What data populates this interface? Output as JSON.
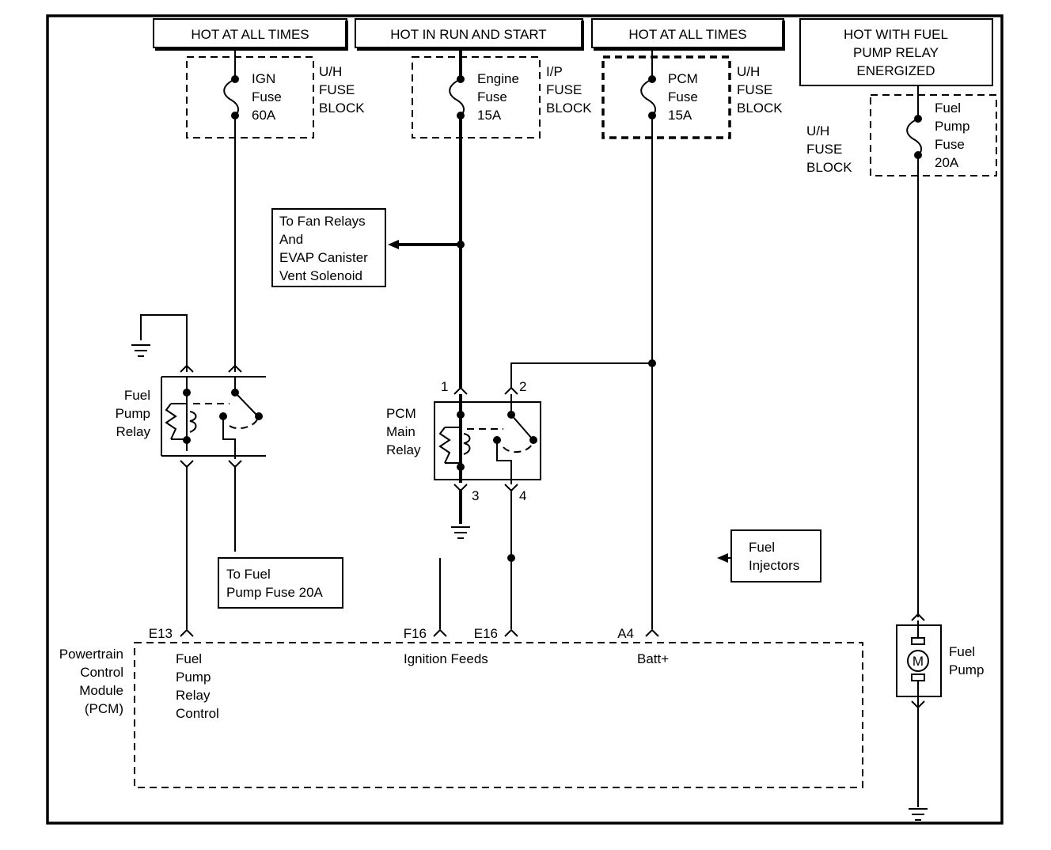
{
  "headers": {
    "ign": "HOT AT ALL TIMES",
    "run_start": "HOT IN RUN AND START",
    "pcm": "HOT AT ALL TIMES",
    "fuel_pump": [
      "HOT WITH FUEL",
      "PUMP RELAY",
      "ENERGIZED"
    ]
  },
  "fuses": {
    "ign": {
      "lines": [
        "IGN",
        "Fuse",
        "60A"
      ],
      "block": [
        "U/H",
        "FUSE",
        "BLOCK"
      ]
    },
    "engine": {
      "lines": [
        "Engine",
        "Fuse",
        "15A"
      ],
      "block": [
        "I/P",
        "FUSE",
        "BLOCK"
      ]
    },
    "pcm": {
      "lines": [
        "PCM",
        "Fuse",
        "15A"
      ],
      "block": [
        "U/H",
        "FUSE",
        "BLOCK"
      ]
    },
    "fuel_pump": {
      "lines": [
        "Fuel",
        "Pump",
        "Fuse",
        "20A"
      ],
      "block": [
        "U/H",
        "FUSE",
        "BLOCK"
      ]
    }
  },
  "fan_relays": [
    "To Fan Relays",
    "And",
    "EVAP Canister",
    "Vent Solenoid"
  ],
  "fuel_pump_relay": [
    "Fuel",
    "Pump",
    "Relay"
  ],
  "pcm_main_relay": {
    "label": [
      "PCM",
      "Main",
      "Relay"
    ],
    "pins": [
      "1",
      "2",
      "3",
      "4"
    ]
  },
  "to_fuel_pump_fuse": [
    "To Fuel",
    "Pump Fuse 20A"
  ],
  "fuel_injectors": [
    "Fuel",
    "Injectors"
  ],
  "pcm": {
    "label": [
      "Powertrain",
      "Control",
      "Module",
      "(PCM)"
    ],
    "pins": [
      "E13",
      "F16",
      "E16",
      "A4"
    ],
    "fuel_pump_relay_control": [
      "Fuel",
      "Pump",
      "Relay",
      "Control"
    ],
    "ignition_feeds": "Ignition Feeds",
    "batt": "Batt+"
  },
  "fuel_pump_motor": {
    "symbol": "M",
    "label": [
      "Fuel",
      "Pump"
    ]
  }
}
